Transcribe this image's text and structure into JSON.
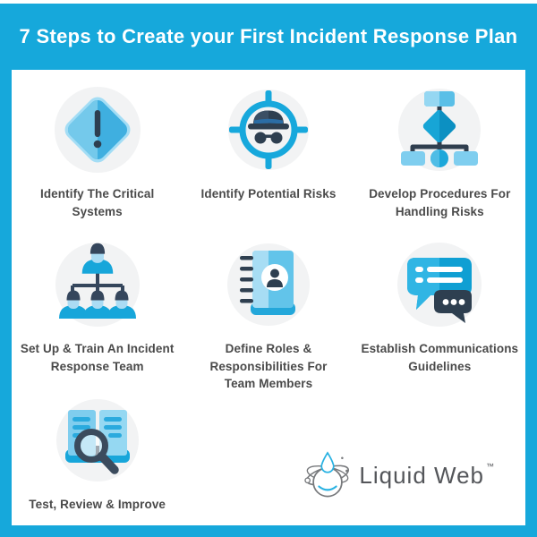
{
  "header": {
    "title": "7 Steps to Create your First Incident Response Plan"
  },
  "steps": [
    {
      "label": "Identify The Critical\nSystems",
      "icon": "alert-diamond-icon"
    },
    {
      "label": "Identify Potential Risks",
      "icon": "spy-crosshair-icon"
    },
    {
      "label": "Develop Procedures For\nHandling Risks",
      "icon": "flowchart-icon"
    },
    {
      "label": "Set Up & Train An Incident\nResponse Team",
      "icon": "team-orgchart-icon"
    },
    {
      "label": "Define Roles &\nResponsibilities For\nTeam Members",
      "icon": "contact-book-icon"
    },
    {
      "label": "Establish Communications\nGuidelines",
      "icon": "chat-bubbles-icon"
    },
    {
      "label": "Test, Review & Improve",
      "icon": "book-magnifier-icon"
    }
  ],
  "logo": {
    "name": "Liquid Web",
    "trademark": "™"
  },
  "colors": {
    "accent_cyan": "#16a8db",
    "dark_navy": "#2e3f50",
    "light_blue": "#7fceef",
    "medium_blue": "#3fafe0",
    "icon_circle_gray": "#f2f3f4",
    "label_gray": "#4a4a4a",
    "logo_gray": "#54565a",
    "background": "#ffffff"
  }
}
